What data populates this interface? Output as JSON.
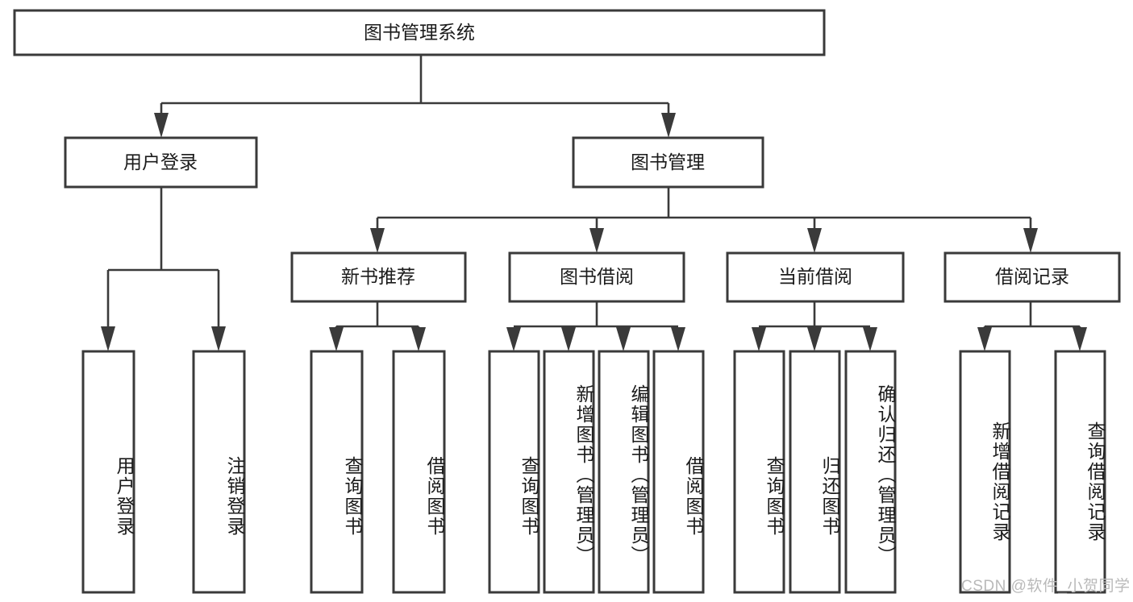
{
  "diagram": {
    "title": "图书管理系统",
    "type": "tree-hierarchy-chart",
    "orientation": "top-down",
    "colors": {
      "box_fill": "#ffffff",
      "box_stroke": "#3a3a3a",
      "connector": "#3a3a3a",
      "text": "#1b1b1b",
      "watermark": "#b9b9b9",
      "background": "#ffffff"
    }
  },
  "nodes": {
    "root": {
      "id": "root",
      "label": "图书管理系统",
      "level": 1,
      "orientation": "horizontal"
    },
    "level2": [
      {
        "id": "user-login",
        "label": "用户登录",
        "level": 2,
        "orientation": "horizontal"
      },
      {
        "id": "book-management",
        "label": "图书管理",
        "level": 2,
        "orientation": "horizontal"
      }
    ],
    "level3": [
      {
        "id": "new-book-recommend",
        "label": "新书推荐",
        "level": 3,
        "orientation": "horizontal",
        "parent": "book-management"
      },
      {
        "id": "book-borrow",
        "label": "图书借阅",
        "level": 3,
        "orientation": "horizontal",
        "parent": "book-management"
      },
      {
        "id": "current-borrow",
        "label": "当前借阅",
        "level": 3,
        "orientation": "horizontal",
        "parent": "book-management"
      },
      {
        "id": "borrow-record",
        "label": "借阅记录",
        "level": 3,
        "orientation": "horizontal",
        "parent": "book-management"
      }
    ],
    "leaves": [
      {
        "id": "leaf-user-login",
        "label": "用户登录",
        "parent": "user-login",
        "orientation": "vertical"
      },
      {
        "id": "leaf-logout",
        "label": "注销登录",
        "parent": "user-login",
        "orientation": "vertical"
      },
      {
        "id": "leaf-query-book-1",
        "label": "查询图书",
        "parent": "new-book-recommend",
        "orientation": "vertical"
      },
      {
        "id": "leaf-borrow-book-1",
        "label": "借阅图书",
        "parent": "new-book-recommend",
        "orientation": "vertical"
      },
      {
        "id": "leaf-query-book-2",
        "label": "查询图书",
        "parent": "book-borrow",
        "orientation": "vertical"
      },
      {
        "id": "leaf-add-book",
        "label": "新增图书（管理员）",
        "parent": "book-borrow",
        "orientation": "vertical"
      },
      {
        "id": "leaf-edit-book",
        "label": "编辑图书（管理员）",
        "parent": "book-borrow",
        "orientation": "vertical"
      },
      {
        "id": "leaf-borrow-book-2",
        "label": "借阅图书",
        "parent": "book-borrow",
        "orientation": "vertical"
      },
      {
        "id": "leaf-query-book-3",
        "label": "查询图书",
        "parent": "current-borrow",
        "orientation": "vertical"
      },
      {
        "id": "leaf-return-book",
        "label": "归还图书",
        "parent": "current-borrow",
        "orientation": "vertical"
      },
      {
        "id": "leaf-confirm-return",
        "label": "确认归还（管理员）",
        "parent": "current-borrow",
        "orientation": "vertical"
      },
      {
        "id": "leaf-add-record",
        "label": "新增借阅记录",
        "parent": "borrow-record",
        "orientation": "vertical"
      },
      {
        "id": "leaf-query-record",
        "label": "查询借阅记录",
        "parent": "borrow-record",
        "orientation": "vertical"
      }
    ]
  },
  "watermark": {
    "text": "CSDN @软件_小贺同学"
  }
}
